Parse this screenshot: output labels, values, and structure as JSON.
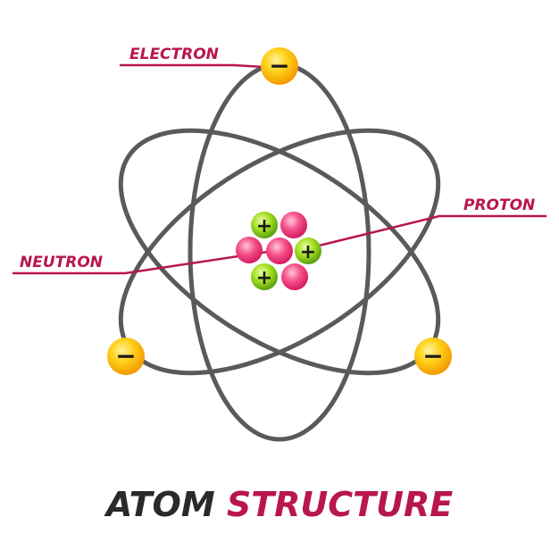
{
  "labels": {
    "electron": "ELECTRON",
    "proton": "PROTON",
    "neutron": "NEUTRON"
  },
  "title": {
    "part1": "ATOM",
    "part2": "STRUCTURE"
  },
  "electron_sign": "−",
  "proton_sign": "+",
  "colors": {
    "accent": "#b8164f",
    "title_dark": "#2a2a2a",
    "orbit": "#5a5a5a",
    "electron": "#f6b400",
    "proton": "#8ac926",
    "neutron": "#f0457a"
  },
  "icons": {
    "electron": "minus-sign-icon",
    "proton": "plus-sign-icon"
  }
}
